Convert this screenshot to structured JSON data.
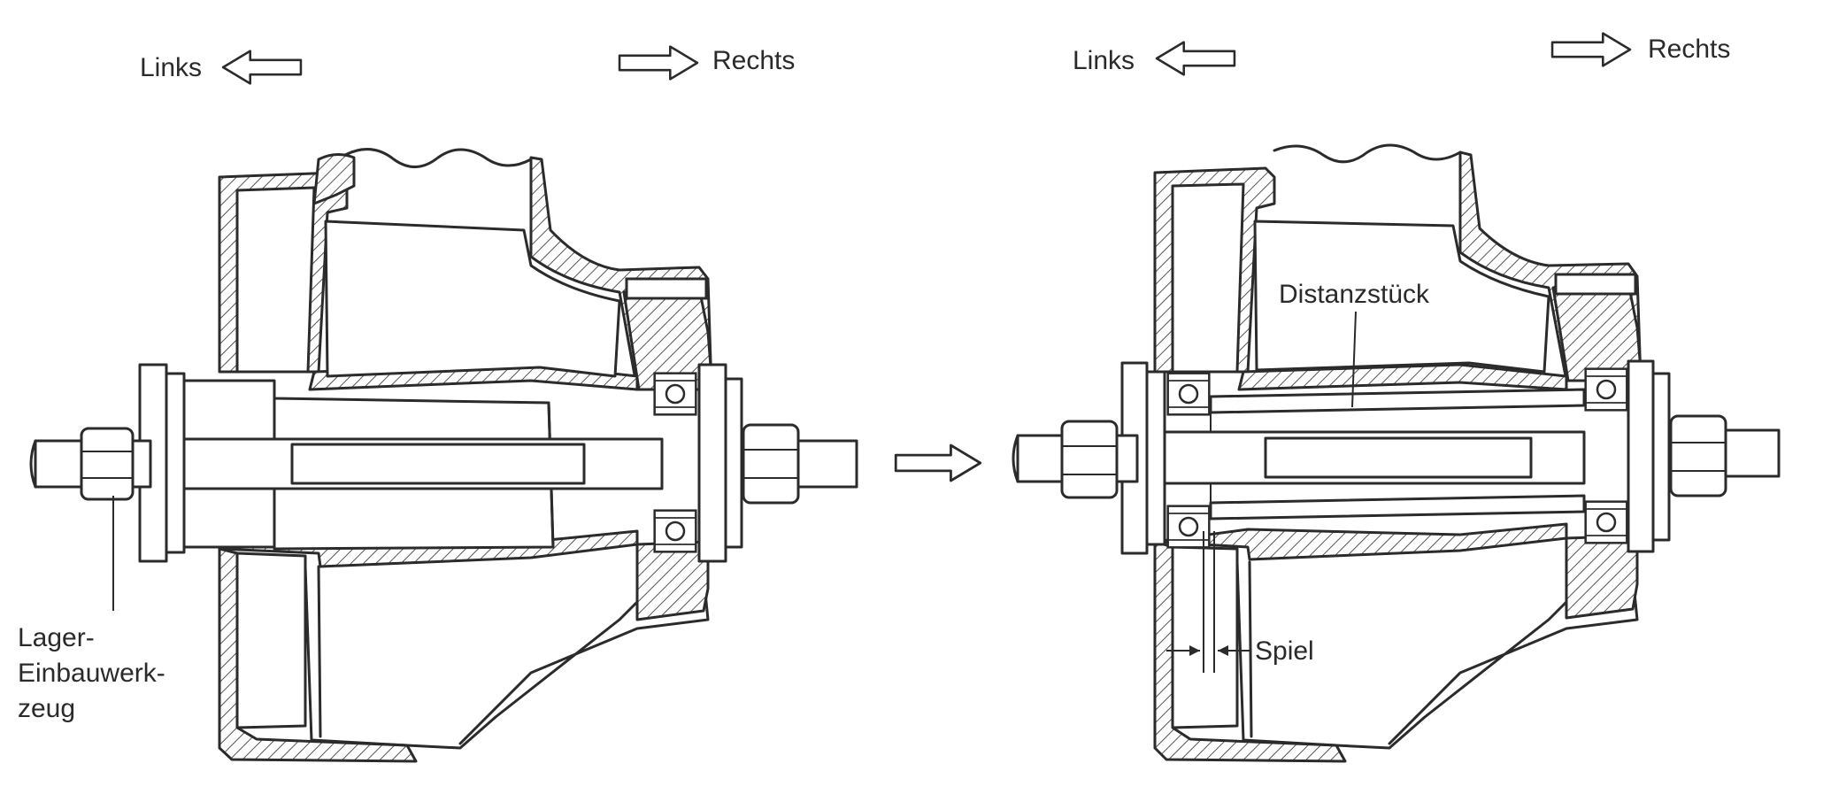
{
  "direction_labels": {
    "left": "Links",
    "right": "Rechts"
  },
  "panel_before": {
    "tool_label_lines": [
      "Lager-",
      "Einbauwerk-",
      "zeug"
    ]
  },
  "panel_after": {
    "spacer_label": "Distanzstück",
    "clearance_label": "Spiel"
  },
  "icons": [
    "arrow-left-icon",
    "arrow-right-icon",
    "transition-arrow-icon"
  ]
}
